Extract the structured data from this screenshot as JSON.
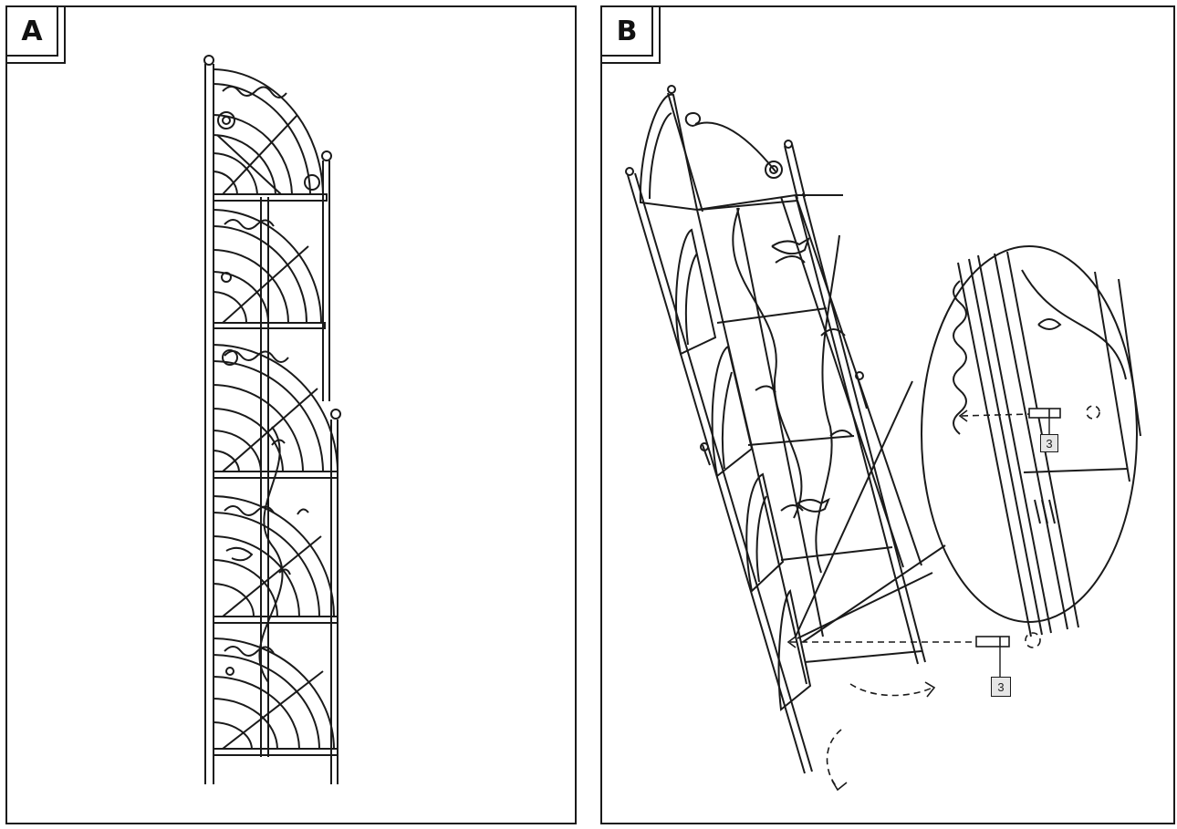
{
  "panels": [
    {
      "label": "A"
    },
    {
      "label": "B"
    }
  ],
  "callouts": [
    {
      "part_number": "3"
    },
    {
      "part_number": "3"
    }
  ],
  "colors": {
    "line": "#1a1a1a",
    "background": "#ffffff",
    "part_box": "#e6e6e6"
  },
  "icons": [
    "screw-icon",
    "rotate-arrow-icon",
    "fold-arrow-icon",
    "magnifier-detail"
  ]
}
